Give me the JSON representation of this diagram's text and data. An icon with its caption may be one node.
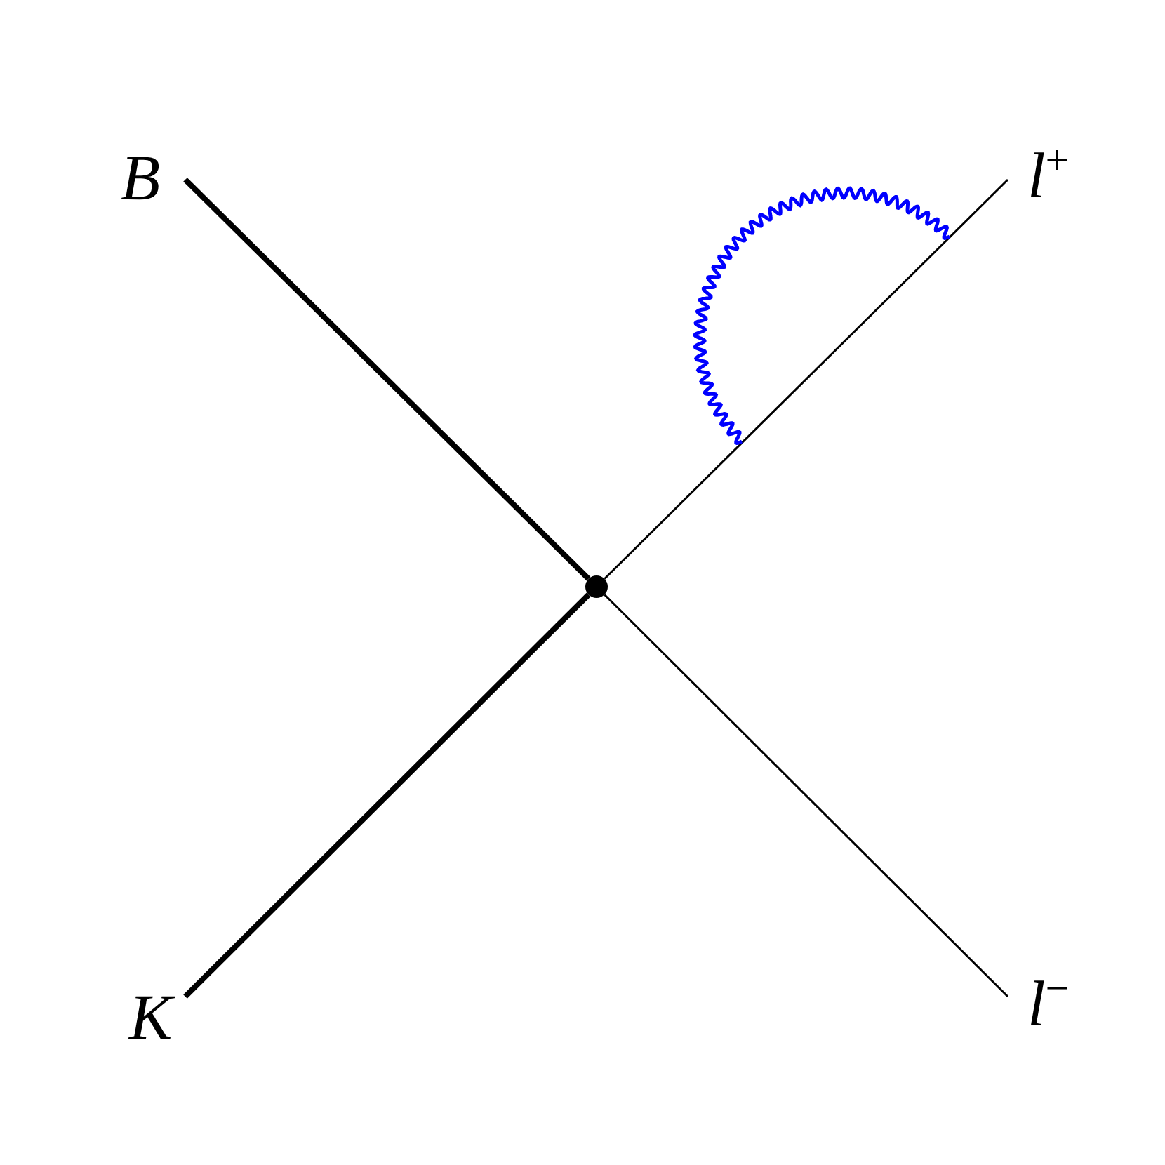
{
  "diagram": {
    "nodes": [
      {
        "text": [
          "B"
        ]
      },
      {
        "text": [
          "l$^{+}$"
        ]
      },
      {
        "text": [],
        "shape": "circle"
      },
      {
        "text": [
          "K"
        ]
      },
      {
        "text": [
          "l$^{−}$"
        ]
      }
    ],
    "edges": [
      {
        "from": 0,
        "to": 2,
        "arrow": "none",
        "style": "thick"
      },
      {
        "from": 2,
        "to": 1,
        "arrow": "none"
      },
      {
        "from": 3,
        "to": 2,
        "arrow": "none",
        "style": "thick"
      },
      {
        "from": 2,
        "to": 4,
        "arrow": "none"
      }
    ]
  }
}
